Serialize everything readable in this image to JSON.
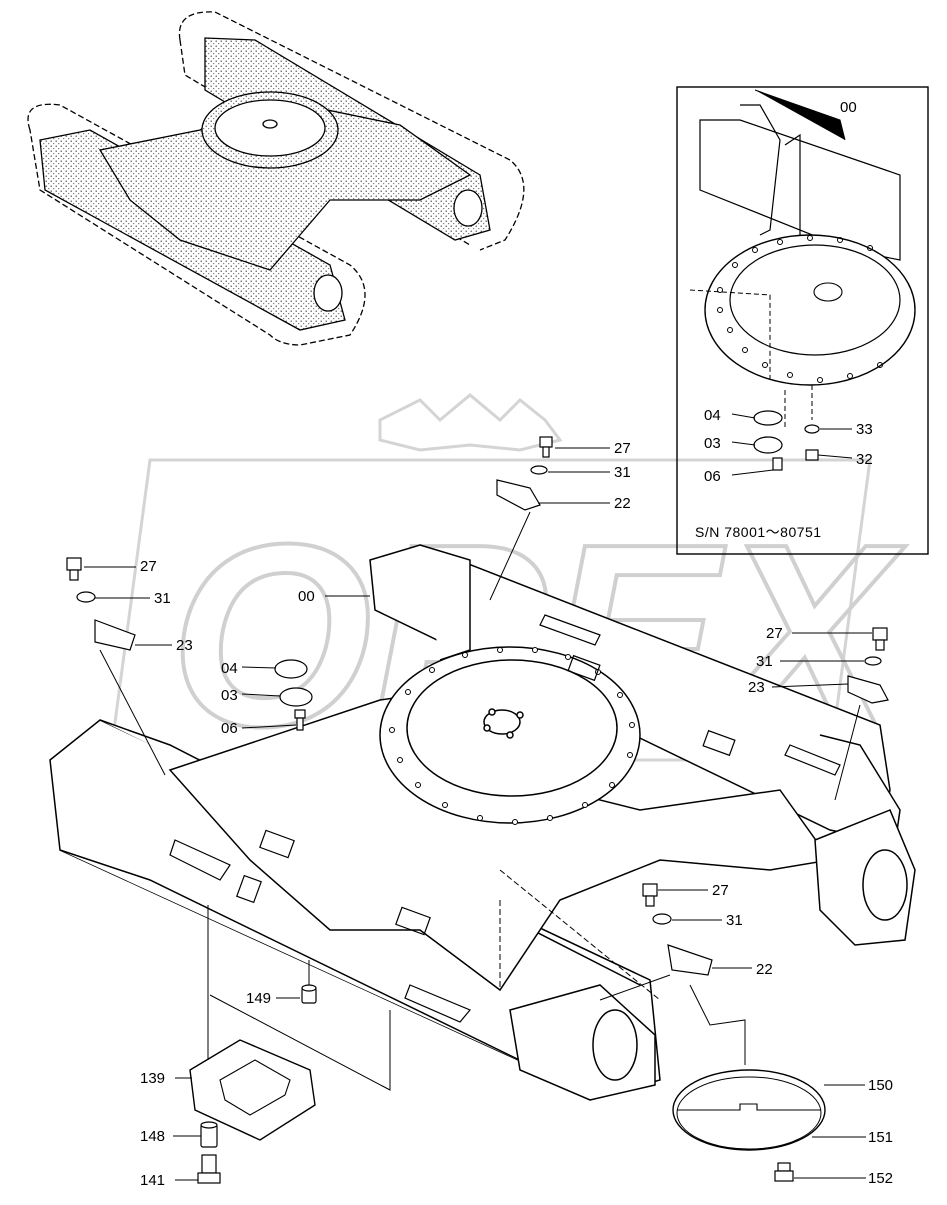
{
  "watermark": "OPEX",
  "inset": {
    "serial": "S/N  78001～80751"
  },
  "callouts": {
    "inset_00": "00",
    "inset_04": "04",
    "inset_03": "03",
    "inset_06": "06",
    "inset_33": "33",
    "inset_32": "32",
    "top_27": "27",
    "top_31": "31",
    "top_22": "22",
    "left_27": "27",
    "left_31": "31",
    "left_23": "23",
    "main_00": "00",
    "main_04": "04",
    "main_03": "03",
    "main_06": "06",
    "right_27": "27",
    "right_31": "31",
    "right_23": "23",
    "mid_27": "27",
    "mid_31": "31",
    "mid_22": "22",
    "p149": "149",
    "p139": "139",
    "p148": "148",
    "p141": "141",
    "p150": "150",
    "p151": "151",
    "p152": "152"
  }
}
